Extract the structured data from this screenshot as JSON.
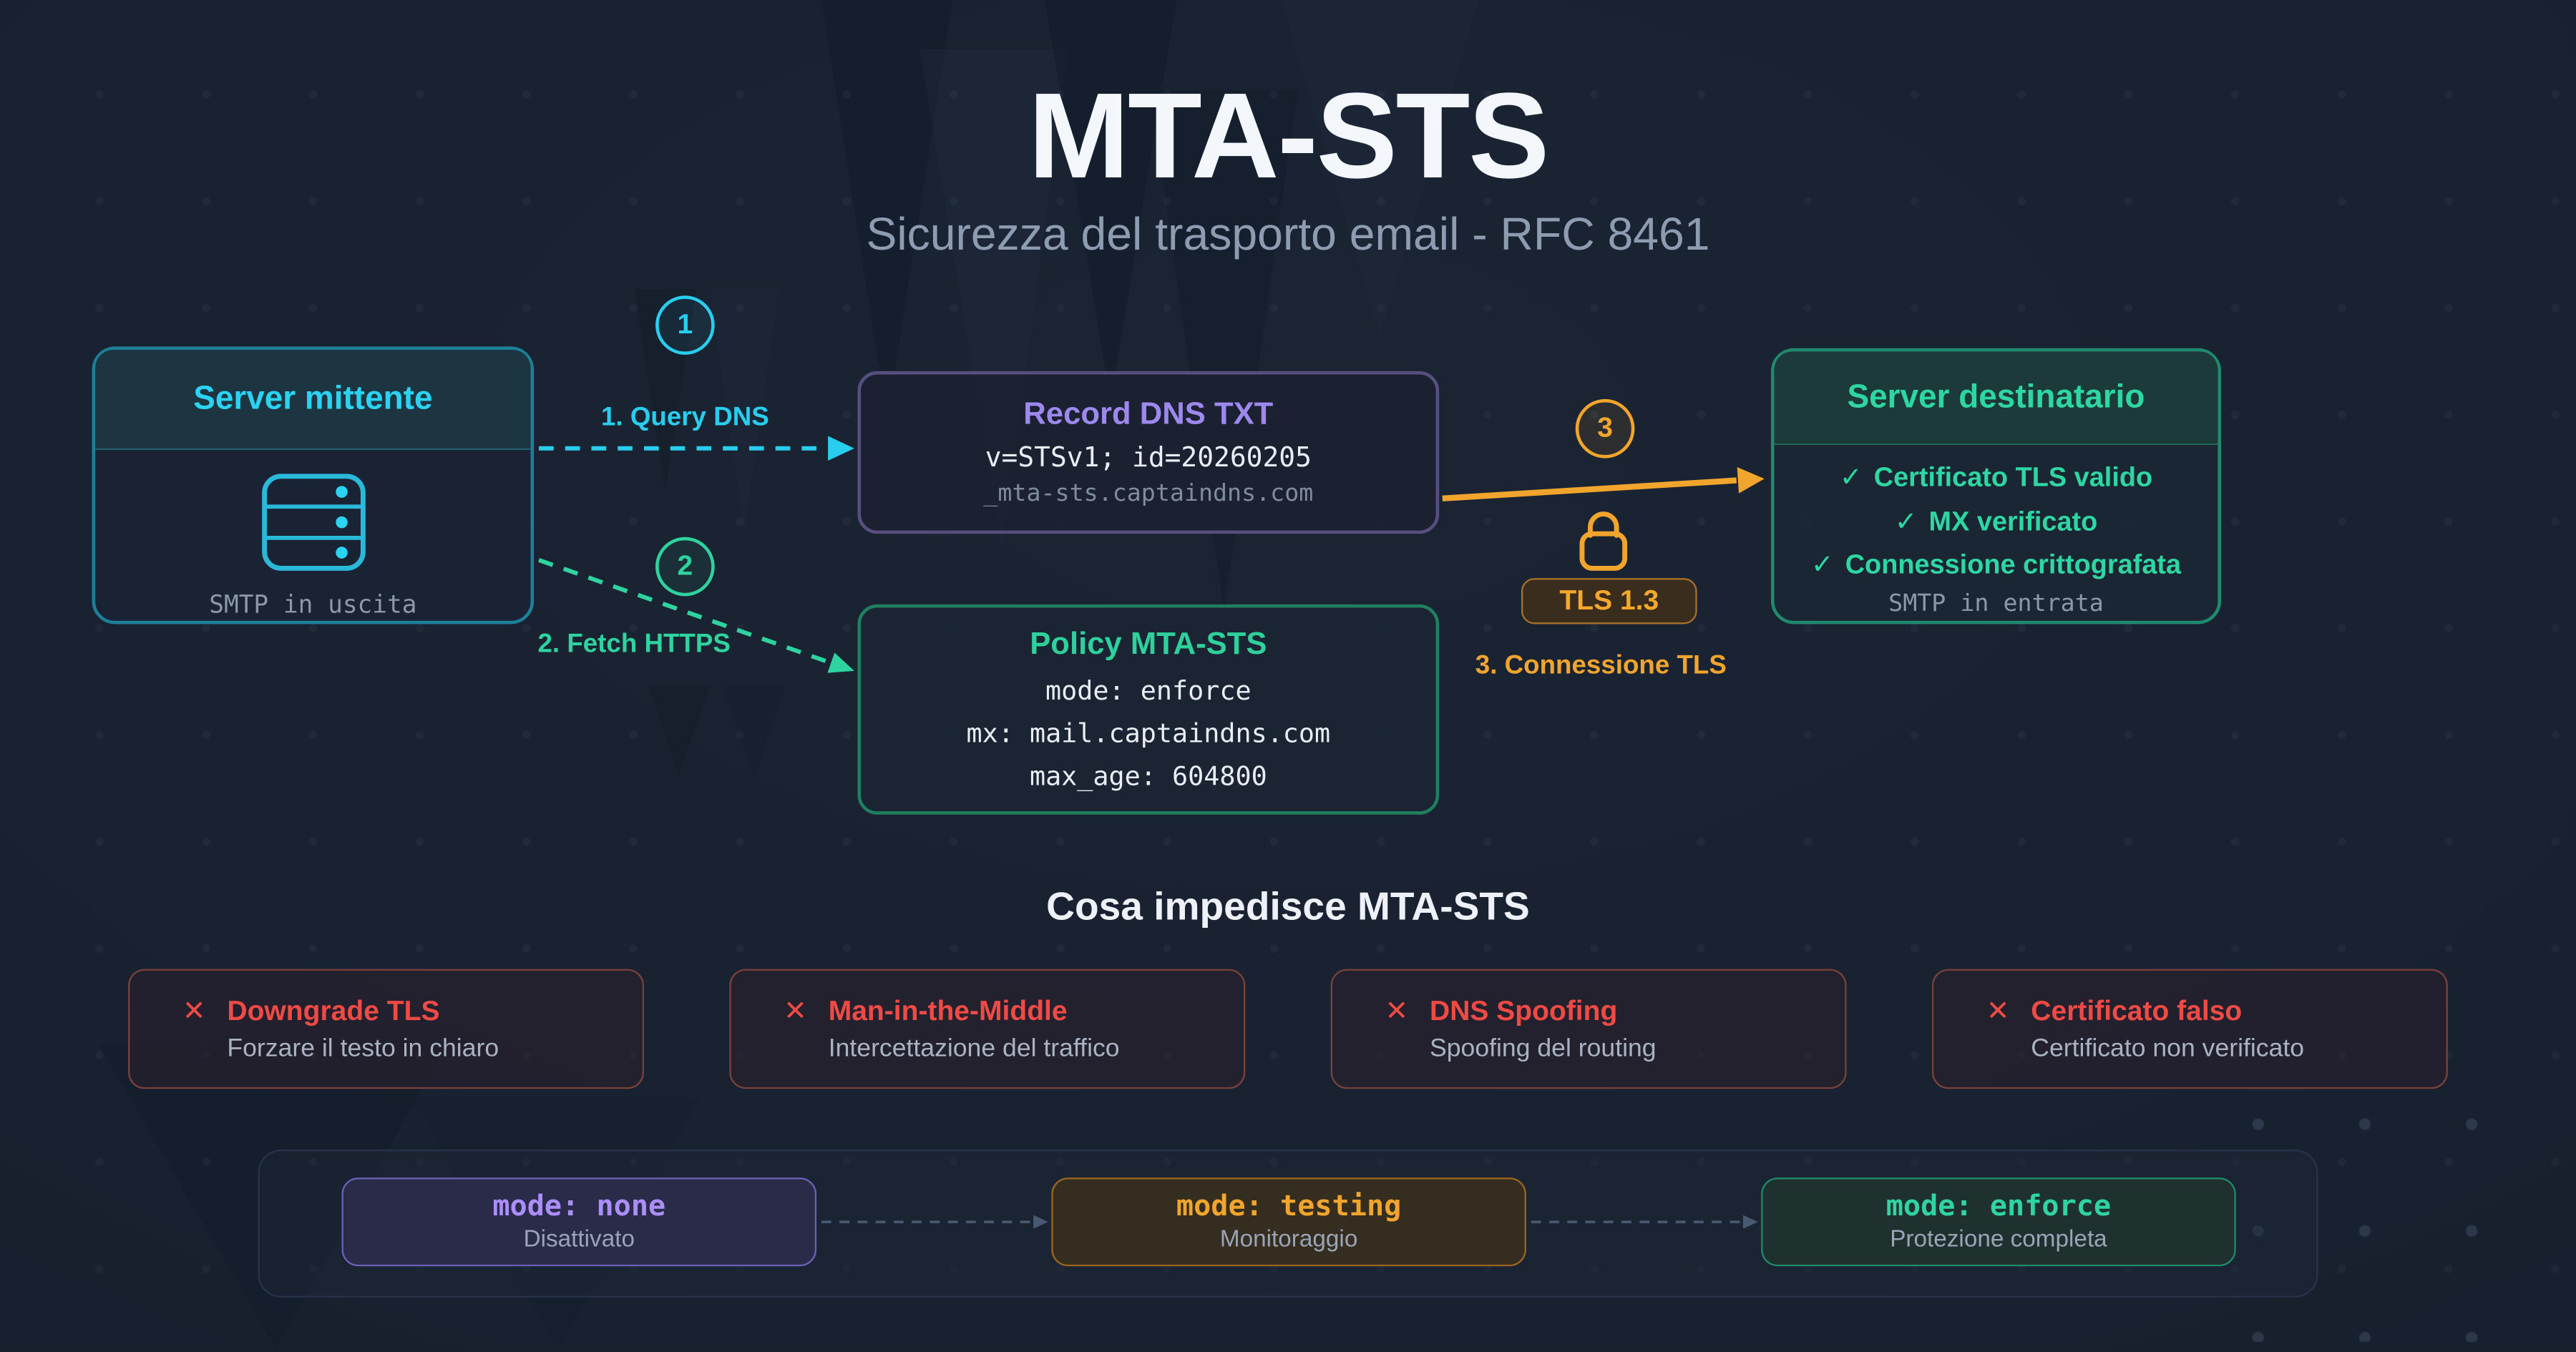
{
  "page": {
    "title": "MTA-STS",
    "subtitle": "Sicurezza del trasporto email - RFC 8461"
  },
  "flow": {
    "sender": {
      "title": "Server mittente",
      "caption": "SMTP in uscita"
    },
    "dns_record": {
      "title": "Record DNS TXT",
      "value": "v=STSv1; id=20260205",
      "host": "_mta-sts.captaindns.com"
    },
    "policy": {
      "title": "Policy MTA-STS",
      "lines": [
        "mode: enforce",
        "mx: mail.captaindns.com",
        "max_age: 604800"
      ]
    },
    "receiver": {
      "title": "Server destinatario",
      "checks": [
        "Certificato TLS valido",
        "MX verificato",
        "Connessione crittografata"
      ],
      "caption": "SMTP in entrata"
    },
    "steps": [
      {
        "num": "1",
        "label": "1. Query DNS"
      },
      {
        "num": "2",
        "label": "2. Fetch HTTPS"
      },
      {
        "num": "3",
        "label": "3. Connessione TLS"
      }
    ],
    "tls_badge": "TLS 1.3"
  },
  "threats": {
    "heading": "Cosa impedisce MTA-STS",
    "items": [
      {
        "title": "Downgrade TLS",
        "desc": "Forzare il testo in chiaro"
      },
      {
        "title": "Man-in-the-Middle",
        "desc": "Intercettazione del traffico"
      },
      {
        "title": "DNS Spoofing",
        "desc": "Spoofing del routing"
      },
      {
        "title": "Certificato falso",
        "desc": "Certificato non verificato"
      }
    ]
  },
  "modes": {
    "items": [
      {
        "code": "mode: none",
        "label": "Disattivato"
      },
      {
        "code": "mode: testing",
        "label": "Monitoraggio"
      },
      {
        "code": "mode: enforce",
        "label": "Protezione completa"
      }
    ]
  },
  "icons": {
    "check": "✓",
    "cross": "✕"
  },
  "colors": {
    "background": "#192231",
    "cyan": "#29cdee",
    "green": "#2fd3a0",
    "purple": "#9d89ee",
    "orange": "#f2a52c",
    "red": "#ef4a45"
  }
}
